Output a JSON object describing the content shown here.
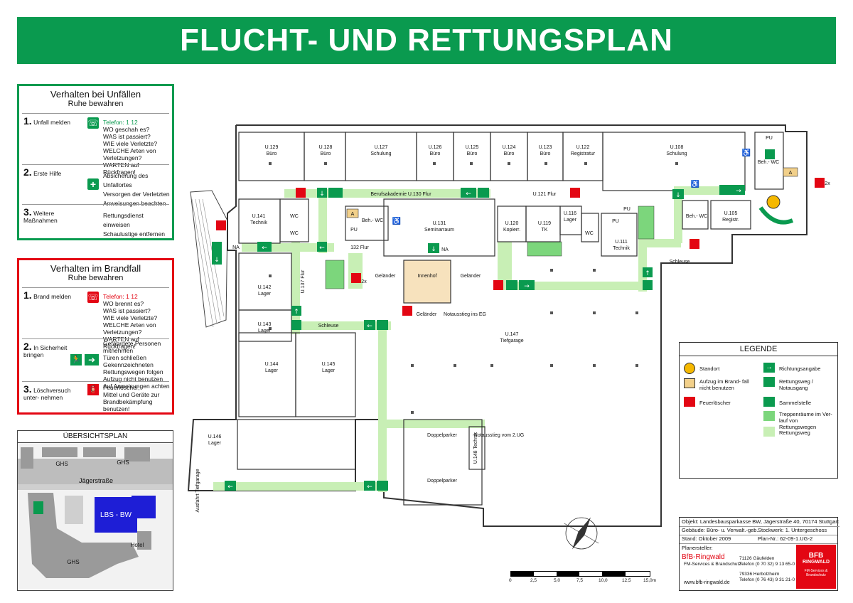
{
  "header": {
    "title": "FLUCHT- UND RETTUNGSPLAN"
  },
  "accident_box": {
    "title": "Verhalten bei Unfällen",
    "subtitle": "Ruhe bewahren",
    "steps": [
      {
        "num": "1.",
        "label": "Unfall melden",
        "details": [
          "Telefon:   1 12",
          "WO geschah es?",
          "WAS ist passiert?",
          "WIE viele Verletzte?",
          "WELCHE Arten von Verletzungen?",
          "WARTEN auf Rückfragen!"
        ]
      },
      {
        "num": "2.",
        "label": "Erste Hilfe",
        "details": [
          "Absicherung des Unfallortes",
          "Versorgen der Verletzten",
          "Anweisungen beachten"
        ]
      },
      {
        "num": "3.",
        "label": "Weitere Maßnahmen",
        "details": [
          "Rettungsdienst einweisen",
          "Schaulustige entfernen"
        ]
      }
    ]
  },
  "fire_box": {
    "title": "Verhalten im Brandfall",
    "subtitle": "Ruhe bewahren",
    "steps": [
      {
        "num": "1.",
        "label": "Brand melden",
        "details": [
          "Telefon:   1 12",
          "WO brennt es?",
          "WAS ist passiert?",
          "WIE viele Verletzte?",
          "WELCHE Arten von Verletzungen?",
          "WARTEN auf Rückfragen!"
        ]
      },
      {
        "num": "2.",
        "label": "In Sicherheit bringen",
        "details": [
          "Gefährdete Personen mitnehmen",
          "Türen schließen",
          "Gekennzeichneten",
          "Rettungswegen folgen",
          "Aufzug nicht benutzen",
          "Auf Anweisungen achten"
        ]
      },
      {
        "num": "3.",
        "label": "Löschversuch unter- nehmen",
        "details": [
          "Feuerlöscher,",
          "Mittel und Geräte zur",
          "Brandbekämpfung",
          "benutzen!"
        ]
      }
    ]
  },
  "overview": {
    "title": "ÜBERSICHTSPLAN",
    "labels": [
      "GHS",
      "GHS",
      "Jägerstraße",
      "LBS - BW",
      "GHS",
      "Hotel"
    ]
  },
  "rooms": [
    {
      "id": "U.129",
      "name": "Büro"
    },
    {
      "id": "U.128",
      "name": "Büro"
    },
    {
      "id": "U.127",
      "name": "Schulung"
    },
    {
      "id": "U.126",
      "name": "Büro"
    },
    {
      "id": "U.125",
      "name": "Büro"
    },
    {
      "id": "U.124",
      "name": "Büro"
    },
    {
      "id": "U.123",
      "name": "Büro"
    },
    {
      "id": "U.122",
      "name": "Registratur"
    },
    {
      "id": "U.108",
      "name": "Schulung"
    },
    {
      "id": "U.141",
      "name": "Technik"
    },
    {
      "id": "U.131",
      "name": "Seminarraum"
    },
    {
      "id": "U.120",
      "name": "Kopierr."
    },
    {
      "id": "U.119",
      "name": "TK"
    },
    {
      "id": "U.116",
      "name": "Lager"
    },
    {
      "id": "U.111",
      "name": "Technik"
    },
    {
      "id": "U.105",
      "name": "Registr."
    },
    {
      "id": "U.142",
      "name": "Lager"
    },
    {
      "id": "U.143",
      "name": "Lager"
    },
    {
      "id": "U.144",
      "name": "Lager"
    },
    {
      "id": "U.145",
      "name": "Lager"
    },
    {
      "id": "U.146",
      "name": "Lager"
    },
    {
      "id": "U.147",
      "name": "Tiefgarage"
    }
  ],
  "map_labels": {
    "flur_130": "Berufsakademie   U.130 Flur",
    "flur_121": "U.121 Flur",
    "flur_132": "132 Flur",
    "flur_137": "U.137 Flur",
    "wc": "WC",
    "beh_wc": "Beh.- WC",
    "pu": "PU",
    "na": "NA",
    "innenhof": "Innenhof",
    "gelaender": "Geländer",
    "notausstieg_eg": "Notausstieg ins EG",
    "schleuse": "Schleuse",
    "doppelparker": "Doppelparker",
    "technik_148": "U.148 Technik",
    "notausstieg_2ug": "Notausstieg vom 2.UG",
    "ausfahrt": "Ausfahrt Tiefgarage",
    "x2": "2x",
    "a": "A"
  },
  "legend": {
    "title": "LEGENDE",
    "items": [
      {
        "label": "Standort",
        "icon": "standort-circle",
        "color": "#f5b800"
      },
      {
        "label": "Richtungsangabe",
        "icon": "arrow-right-icon",
        "color": "#0a9a4f"
      },
      {
        "label": "Aufzug im Brand- fall nicht benutzen",
        "icon": "elevator-warning-icon",
        "color": "#f2d08a"
      },
      {
        "label": "Rettungsweg / Notausgang",
        "icon": "exit-running-icon",
        "color": "#0a9a4f"
      },
      {
        "label": "Feuerlöscher",
        "icon": "extinguisher-icon",
        "color": "#e30613"
      },
      {
        "label": "Sammelstelle",
        "icon": "assembly-point-icon",
        "color": "#0a9a4f"
      },
      {
        "label": "Treppenräume im Ver- lauf von Rettungswegen",
        "icon": "stair-swatch",
        "color": "#7cd67c"
      },
      {
        "label": "Rettungsweg",
        "icon": "route-swatch",
        "color": "#c8efb5"
      }
    ]
  },
  "info": {
    "objekt": "Objekt: Landesbausparkasse BW, Jägerstraße 40, 70174 Stuttgart",
    "gebaeude": "Gebäude: Büro- u. Verwalt.-geb.",
    "stockwerk": "Stockwerk: 1. Untergeschoss",
    "stand": "Stand: Oktober 2009",
    "plan_nr": "Plan-Nr.: 62-09-1.UG-2",
    "planersteller": "Planersteller:",
    "company": "BfB-Ringwald",
    "company_sub": "FM-Services & Brandschutz",
    "addr1": "71126 Gäufelden",
    "tel1": "Telefon (0 70 32) 9 13 65-0",
    "addr2": "79336 Herbolzheim",
    "tel2": "Telefon (0 76 43) 9 31 21-0",
    "web": "www.bfb-ringwald.de",
    "logo_top": "BFB",
    "logo_mid": "RINGWALD",
    "logo_bot": "FM-Services & Brandschutz"
  },
  "scale": {
    "ticks": [
      "0",
      "2,5",
      "5,0",
      "7,5",
      "10,0",
      "12,5",
      "15,0m"
    ]
  },
  "colors": {
    "green": "#0a9a4f",
    "red": "#e30613",
    "route": "#c8efb5",
    "stair": "#7cd67c",
    "standort": "#f5b800"
  }
}
